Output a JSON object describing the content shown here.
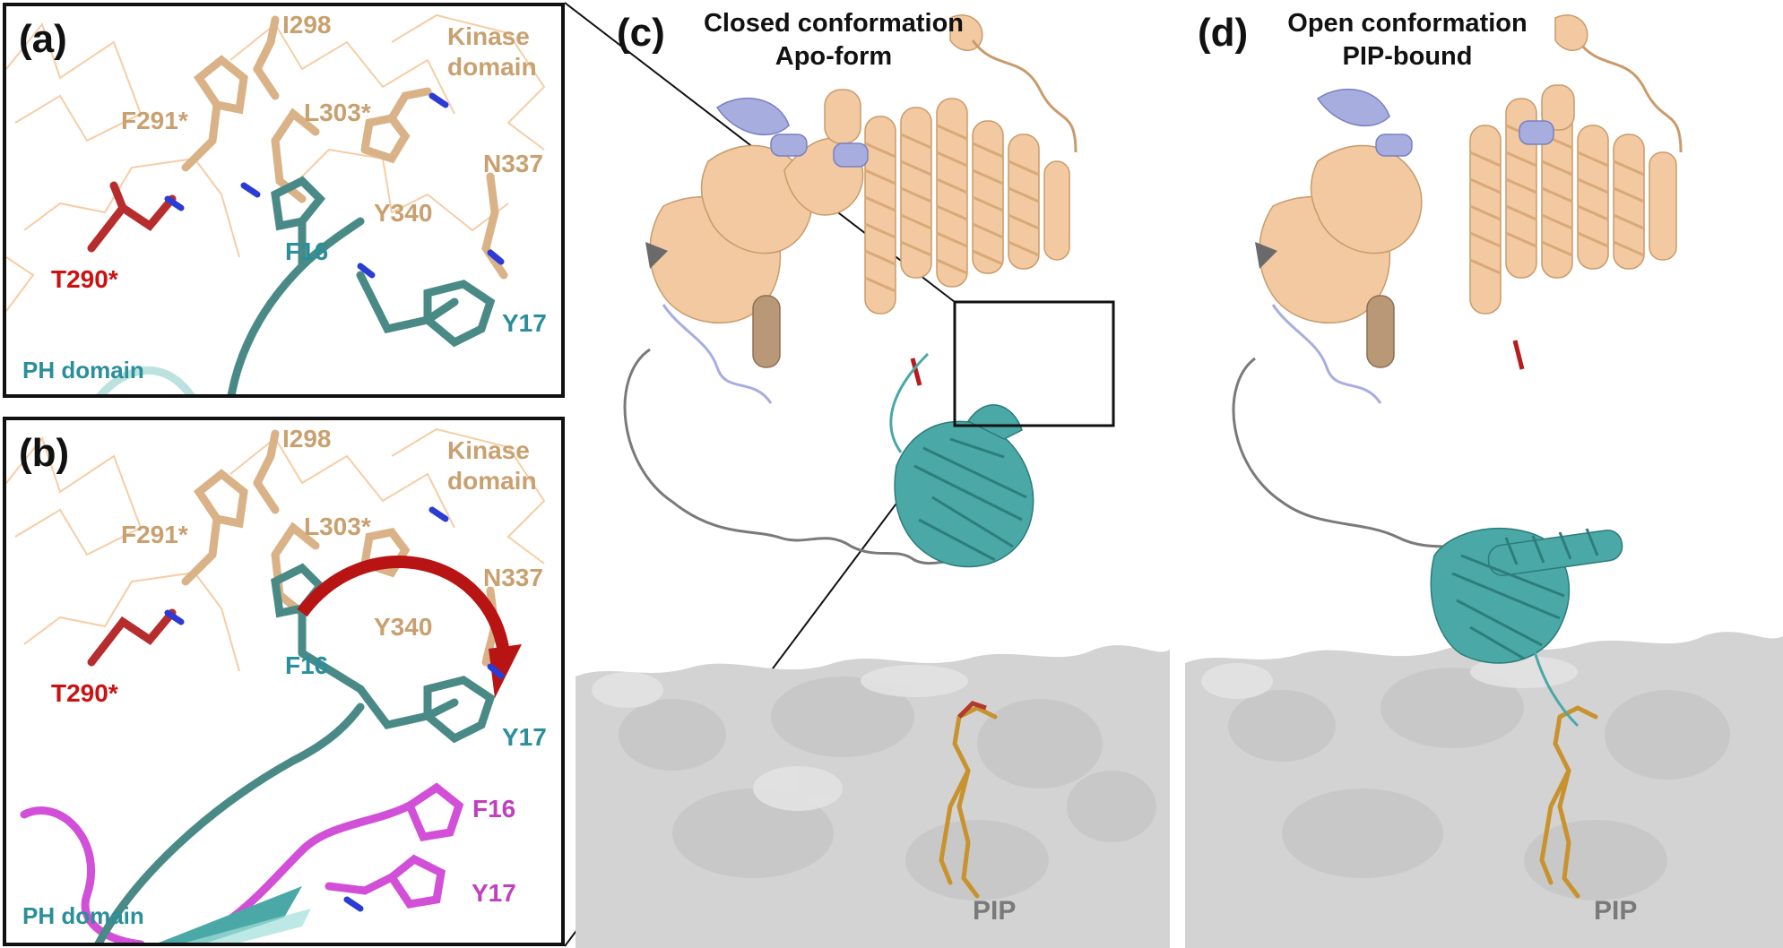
{
  "panels": {
    "a": {
      "letter": "(a)",
      "labels": {
        "I298": "I298",
        "kinase_line1": "Kinase",
        "kinase_line2": "domain",
        "F291": "F291*",
        "L303": "L303*",
        "N337": "N337",
        "Y340": "Y340",
        "F16": "F16",
        "T290": "T290*",
        "Y17": "Y17",
        "ph_domain": "PH domain"
      }
    },
    "b": {
      "letter": "(b)",
      "labels": {
        "I298": "I298",
        "kinase_line1": "Kinase",
        "kinase_line2": "domain",
        "F291": "F291*",
        "L303": "L303*",
        "N337": "N337",
        "Y340": "Y340",
        "F16": "F16",
        "T290": "T290*",
        "Y17": "Y17",
        "F16_moved": "F16",
        "Y17_moved": "Y17",
        "ph_domain": "PH domain"
      }
    },
    "c": {
      "letter": "(c)",
      "title_line1": "Closed conformation",
      "title_line2": "Apo-form",
      "pip": "PIP"
    },
    "d": {
      "letter": "(d)",
      "title_line1": "Open conformation",
      "title_line2": "PIP-bound",
      "pip": "PIP"
    }
  },
  "colors": {
    "kinase": "#f2c9a0",
    "kinase_dark": "#c9a06f",
    "ph_domain": "#4aa8a6",
    "linker_blue": "#a8addf",
    "t290_red": "#c0292b",
    "membrane": "#d3d3d3",
    "pip_lipid": "#c8932e",
    "magenta": "#d24fd8"
  }
}
